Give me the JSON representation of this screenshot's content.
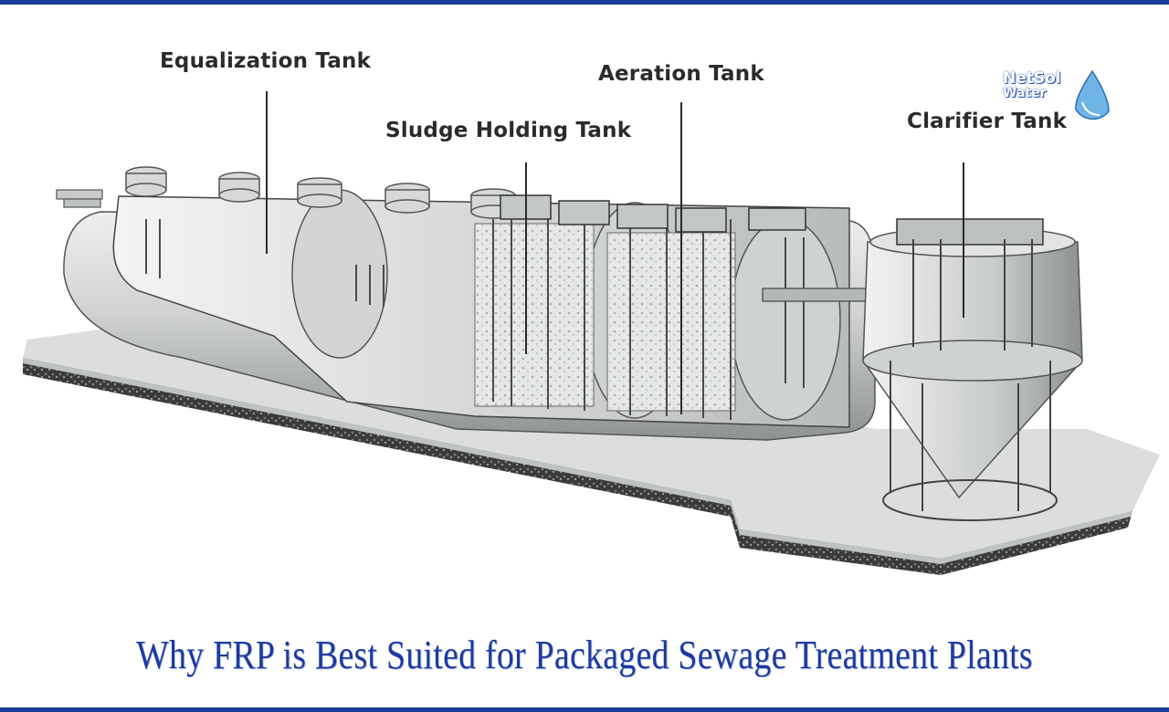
{
  "labels": {
    "equalization": "Equalization Tank",
    "aeration": "Aeration Tank",
    "sludge": "Sludge Holding Tank",
    "clarifier": "Clarifier Tank"
  },
  "logo": {
    "line1": "NetSol",
    "line2": "Water"
  },
  "caption": "Why FRP is Best Suited for Packaged Sewage Treatment Plants",
  "colors": {
    "title": "#1c3aa0",
    "border": "#1a3f9a",
    "label": "#2b2b2b",
    "tank_body": "#c9cbcb"
  }
}
